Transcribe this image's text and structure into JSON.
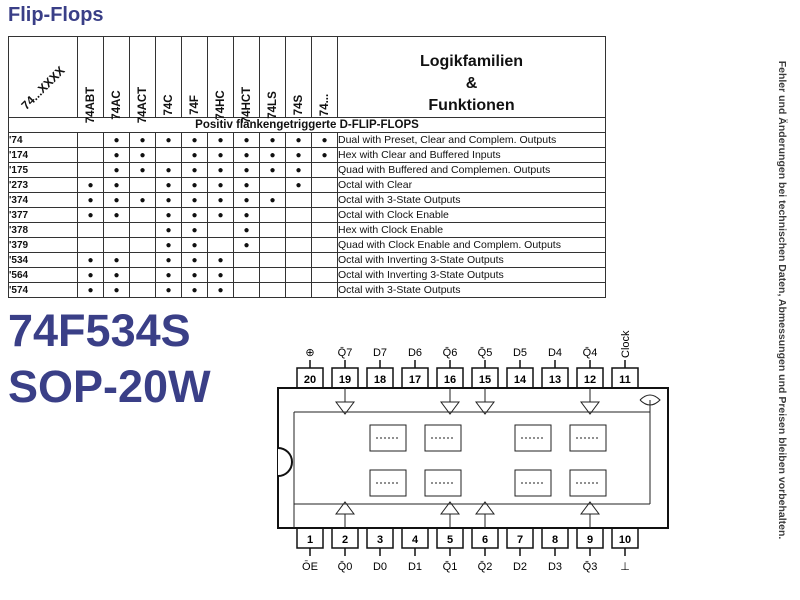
{
  "title": "Flip-Flops",
  "side_note": "Fehler und Änderungen bei technischen Daten, Abmessungen und Preisen bleiben vorbehalten.",
  "table": {
    "corner_label": "74...XXXX",
    "families": [
      "74ABT",
      "74AC",
      "74ACT",
      "74C",
      "74F",
      "74HC",
      "74HCT",
      "74LS",
      "74S",
      "74..."
    ],
    "function_header": [
      "Logikfamilien",
      "&",
      "Funktionen"
    ],
    "section": "Positiv flankengetriggerte D-FLIP-FLOPS",
    "dot_symbol": "●",
    "rows": [
      {
        "code": "'74",
        "dots": [
          0,
          0,
          1,
          1,
          1,
          1,
          1,
          1,
          1,
          1,
          1
        ],
        "desc": "Dual with Preset, Clear and Complem. Outputs"
      },
      {
        "code": "'174",
        "dots": [
          0,
          0,
          1,
          1,
          0,
          1,
          1,
          1,
          1,
          1,
          1
        ],
        "desc": "Hex with Clear and Buffered Inputs"
      },
      {
        "code": "'175",
        "dots": [
          0,
          0,
          1,
          1,
          1,
          1,
          1,
          1,
          1,
          1,
          0
        ],
        "desc": "Quad with Buffered and Complemen. Outputs"
      },
      {
        "code": "'273",
        "dots": [
          1,
          1,
          1,
          0,
          1,
          1,
          1,
          1,
          0,
          1,
          0
        ],
        "desc": "Octal with Clear"
      },
      {
        "code": "'374",
        "dots": [
          1,
          1,
          1,
          1,
          1,
          1,
          1,
          1,
          1,
          0,
          0
        ],
        "desc": "Octal with 3-State Outputs"
      },
      {
        "code": "'377",
        "dots": [
          1,
          1,
          1,
          0,
          1,
          1,
          1,
          1,
          0,
          0,
          0
        ],
        "desc": "Octal with Clock Enable"
      },
      {
        "code": "'378",
        "dots": [
          0,
          0,
          0,
          0,
          1,
          1,
          0,
          1,
          0,
          0,
          0
        ],
        "desc": "Hex with Clock Enable"
      },
      {
        "code": "'379",
        "dots": [
          0,
          0,
          0,
          0,
          1,
          1,
          0,
          1,
          0,
          0,
          0
        ],
        "desc": "Quad with Clock Enable and Complem. Outputs"
      },
      {
        "code": "'534",
        "dots": [
          1,
          1,
          1,
          0,
          1,
          1,
          1,
          0,
          0,
          0,
          0
        ],
        "desc": "Octal with Inverting 3-State Outputs"
      },
      {
        "code": "'564",
        "dots": [
          0,
          1,
          1,
          0,
          1,
          1,
          1,
          0,
          0,
          0,
          0
        ],
        "desc": "Octal with Inverting 3-State Outputs"
      },
      {
        "code": "'574",
        "dots": [
          1,
          1,
          1,
          0,
          1,
          1,
          1,
          0,
          0,
          0,
          0
        ],
        "desc": "Octal with 3-State Outputs"
      }
    ]
  },
  "part_number": "74F534S",
  "package": "SOP-20W",
  "pinout": {
    "top_pins": [
      {
        "num": "20",
        "label": "⊕"
      },
      {
        "num": "19",
        "label": "Q̄7"
      },
      {
        "num": "18",
        "label": "D7"
      },
      {
        "num": "17",
        "label": "D6"
      },
      {
        "num": "16",
        "label": "Q̄6"
      },
      {
        "num": "15",
        "label": "Q̄5"
      },
      {
        "num": "14",
        "label": "D5"
      },
      {
        "num": "13",
        "label": "D4"
      },
      {
        "num": "12",
        "label": "Q̄4"
      },
      {
        "num": "11",
        "label": "Clock"
      }
    ],
    "bottom_pins": [
      {
        "num": "1",
        "label": "ŌE"
      },
      {
        "num": "2",
        "label": "Q̄0"
      },
      {
        "num": "3",
        "label": "D0"
      },
      {
        "num": "4",
        "label": "D1"
      },
      {
        "num": "5",
        "label": "Q̄1"
      },
      {
        "num": "6",
        "label": "Q̄2"
      },
      {
        "num": "7",
        "label": "D2"
      },
      {
        "num": "8",
        "label": "D3"
      },
      {
        "num": "9",
        "label": "Q̄3"
      },
      {
        "num": "10",
        "label": "⊥"
      }
    ]
  }
}
